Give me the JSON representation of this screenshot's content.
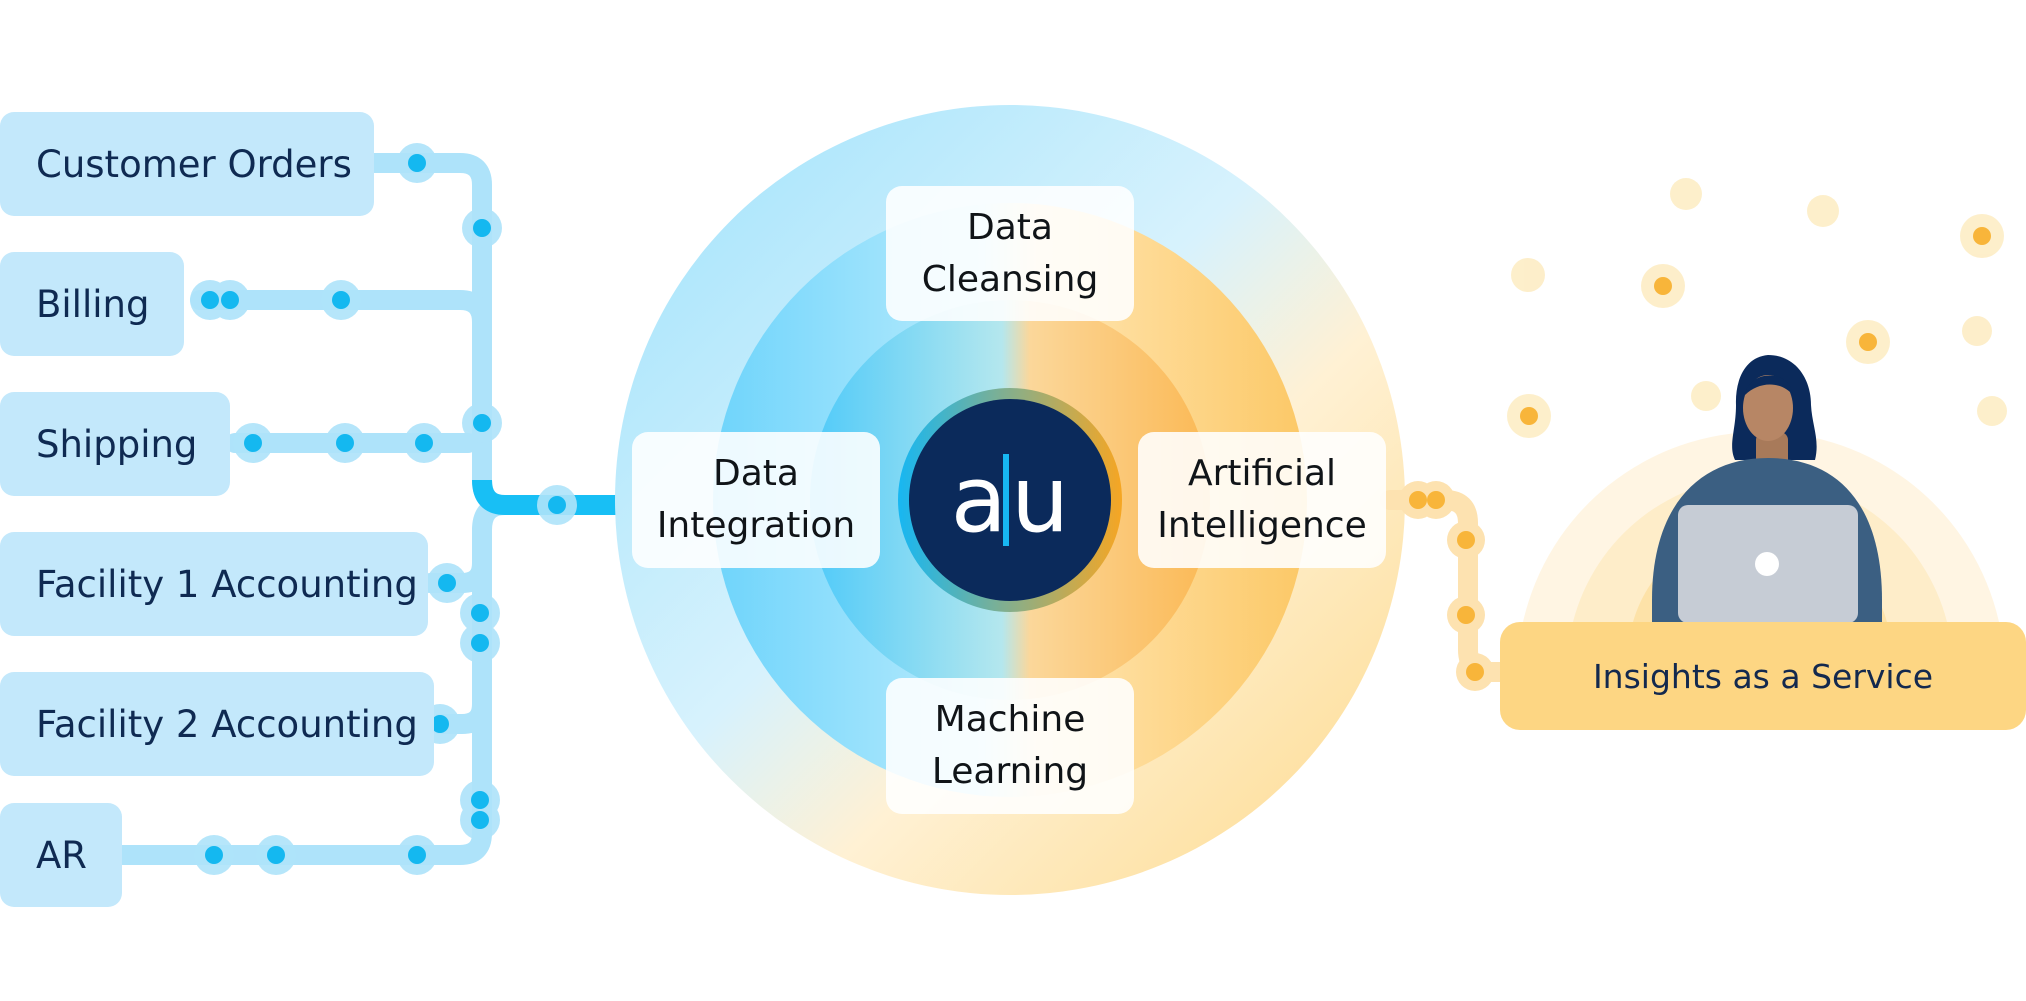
{
  "sources": [
    {
      "label": "Customer Orders"
    },
    {
      "label": "Billing"
    },
    {
      "label": "Shipping"
    },
    {
      "label": "Facility 1 Accounting"
    },
    {
      "label": "Facility 2 Accounting"
    },
    {
      "label": "AR"
    }
  ],
  "services": {
    "top": {
      "line1": "Data",
      "line2": "Cleansing"
    },
    "left": {
      "line1": "Data",
      "line2": "Integration"
    },
    "right": {
      "line1": "Artificial",
      "line2": "Intelligence"
    },
    "bottom": {
      "line1": "Machine",
      "line2": "Learning"
    }
  },
  "logo": {
    "text_a": "a",
    "text_u": "u"
  },
  "output": {
    "label": "Insights as a Service"
  },
  "colors": {
    "source_box": "#c3e8fb",
    "source_text": "#0f2a52",
    "pipe": "#aee3fa",
    "pipe_dot": "#14b8f0",
    "logo_bg": "#0b2a5b",
    "output_box": "#fdd683",
    "output_dot": "#f8b53a"
  }
}
